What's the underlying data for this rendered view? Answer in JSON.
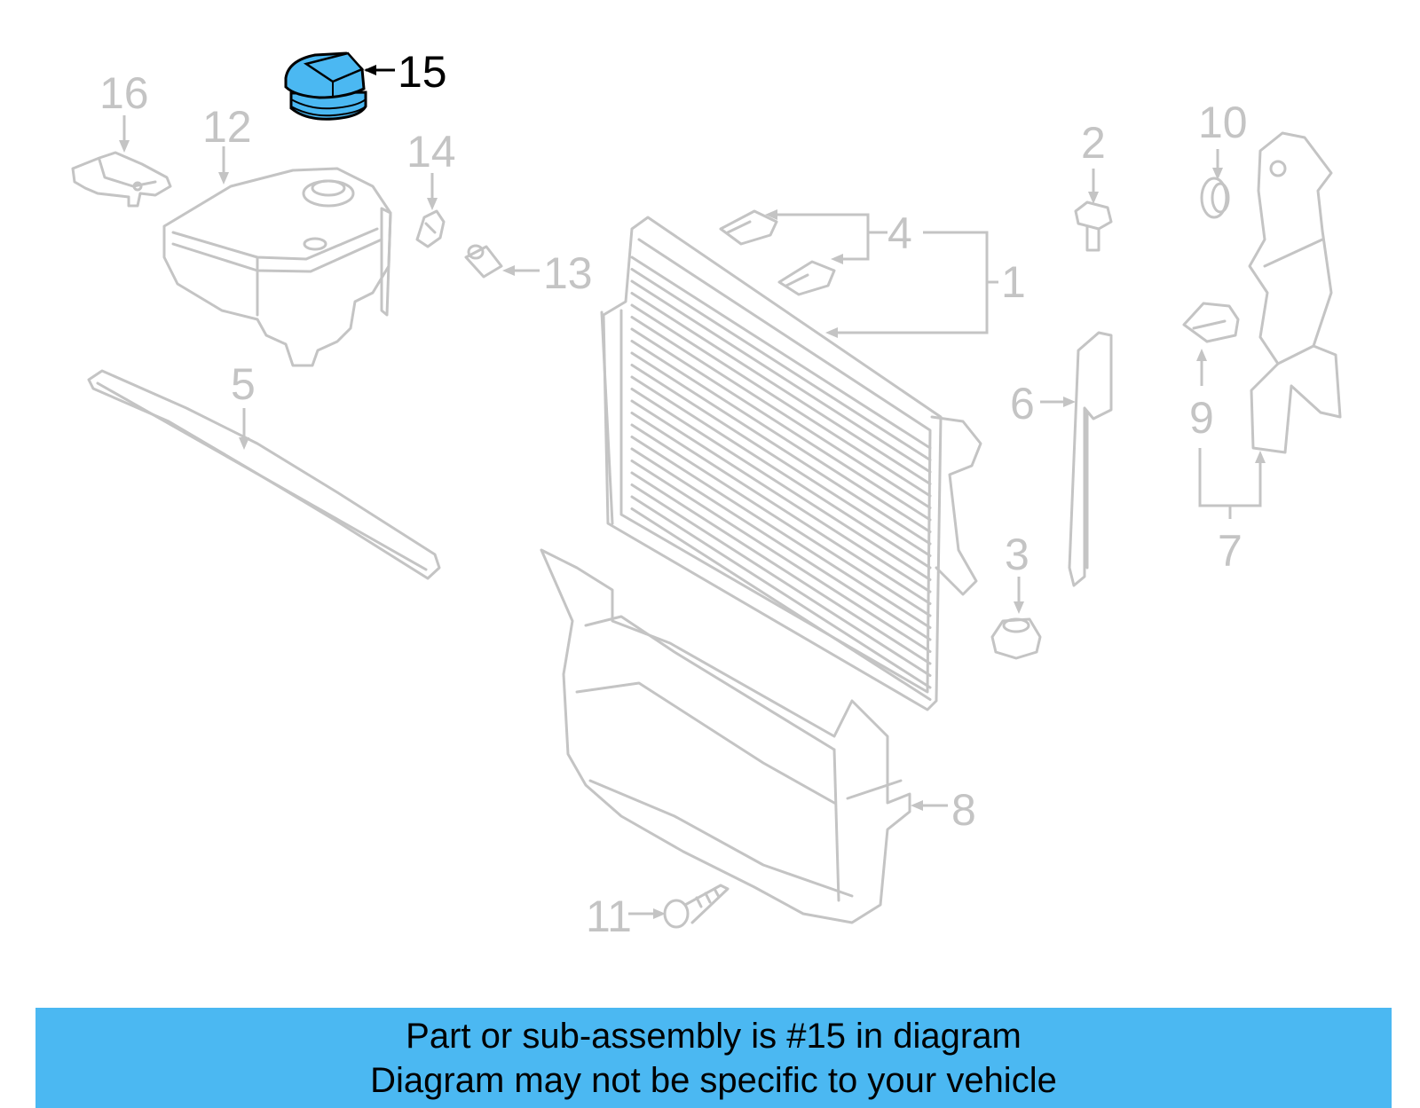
{
  "diagram": {
    "highlighted_part": "15",
    "highlight_color": "#4bb8f2",
    "callouts": [
      "1",
      "2",
      "3",
      "4",
      "5",
      "6",
      "7",
      "8",
      "9",
      "10",
      "11",
      "12",
      "13",
      "14",
      "15",
      "16"
    ]
  },
  "banner": {
    "line1": "Part or sub-assembly is #15 in diagram",
    "line2": "Diagram may not be specific to your vehicle",
    "background": "#4bb8f2"
  }
}
